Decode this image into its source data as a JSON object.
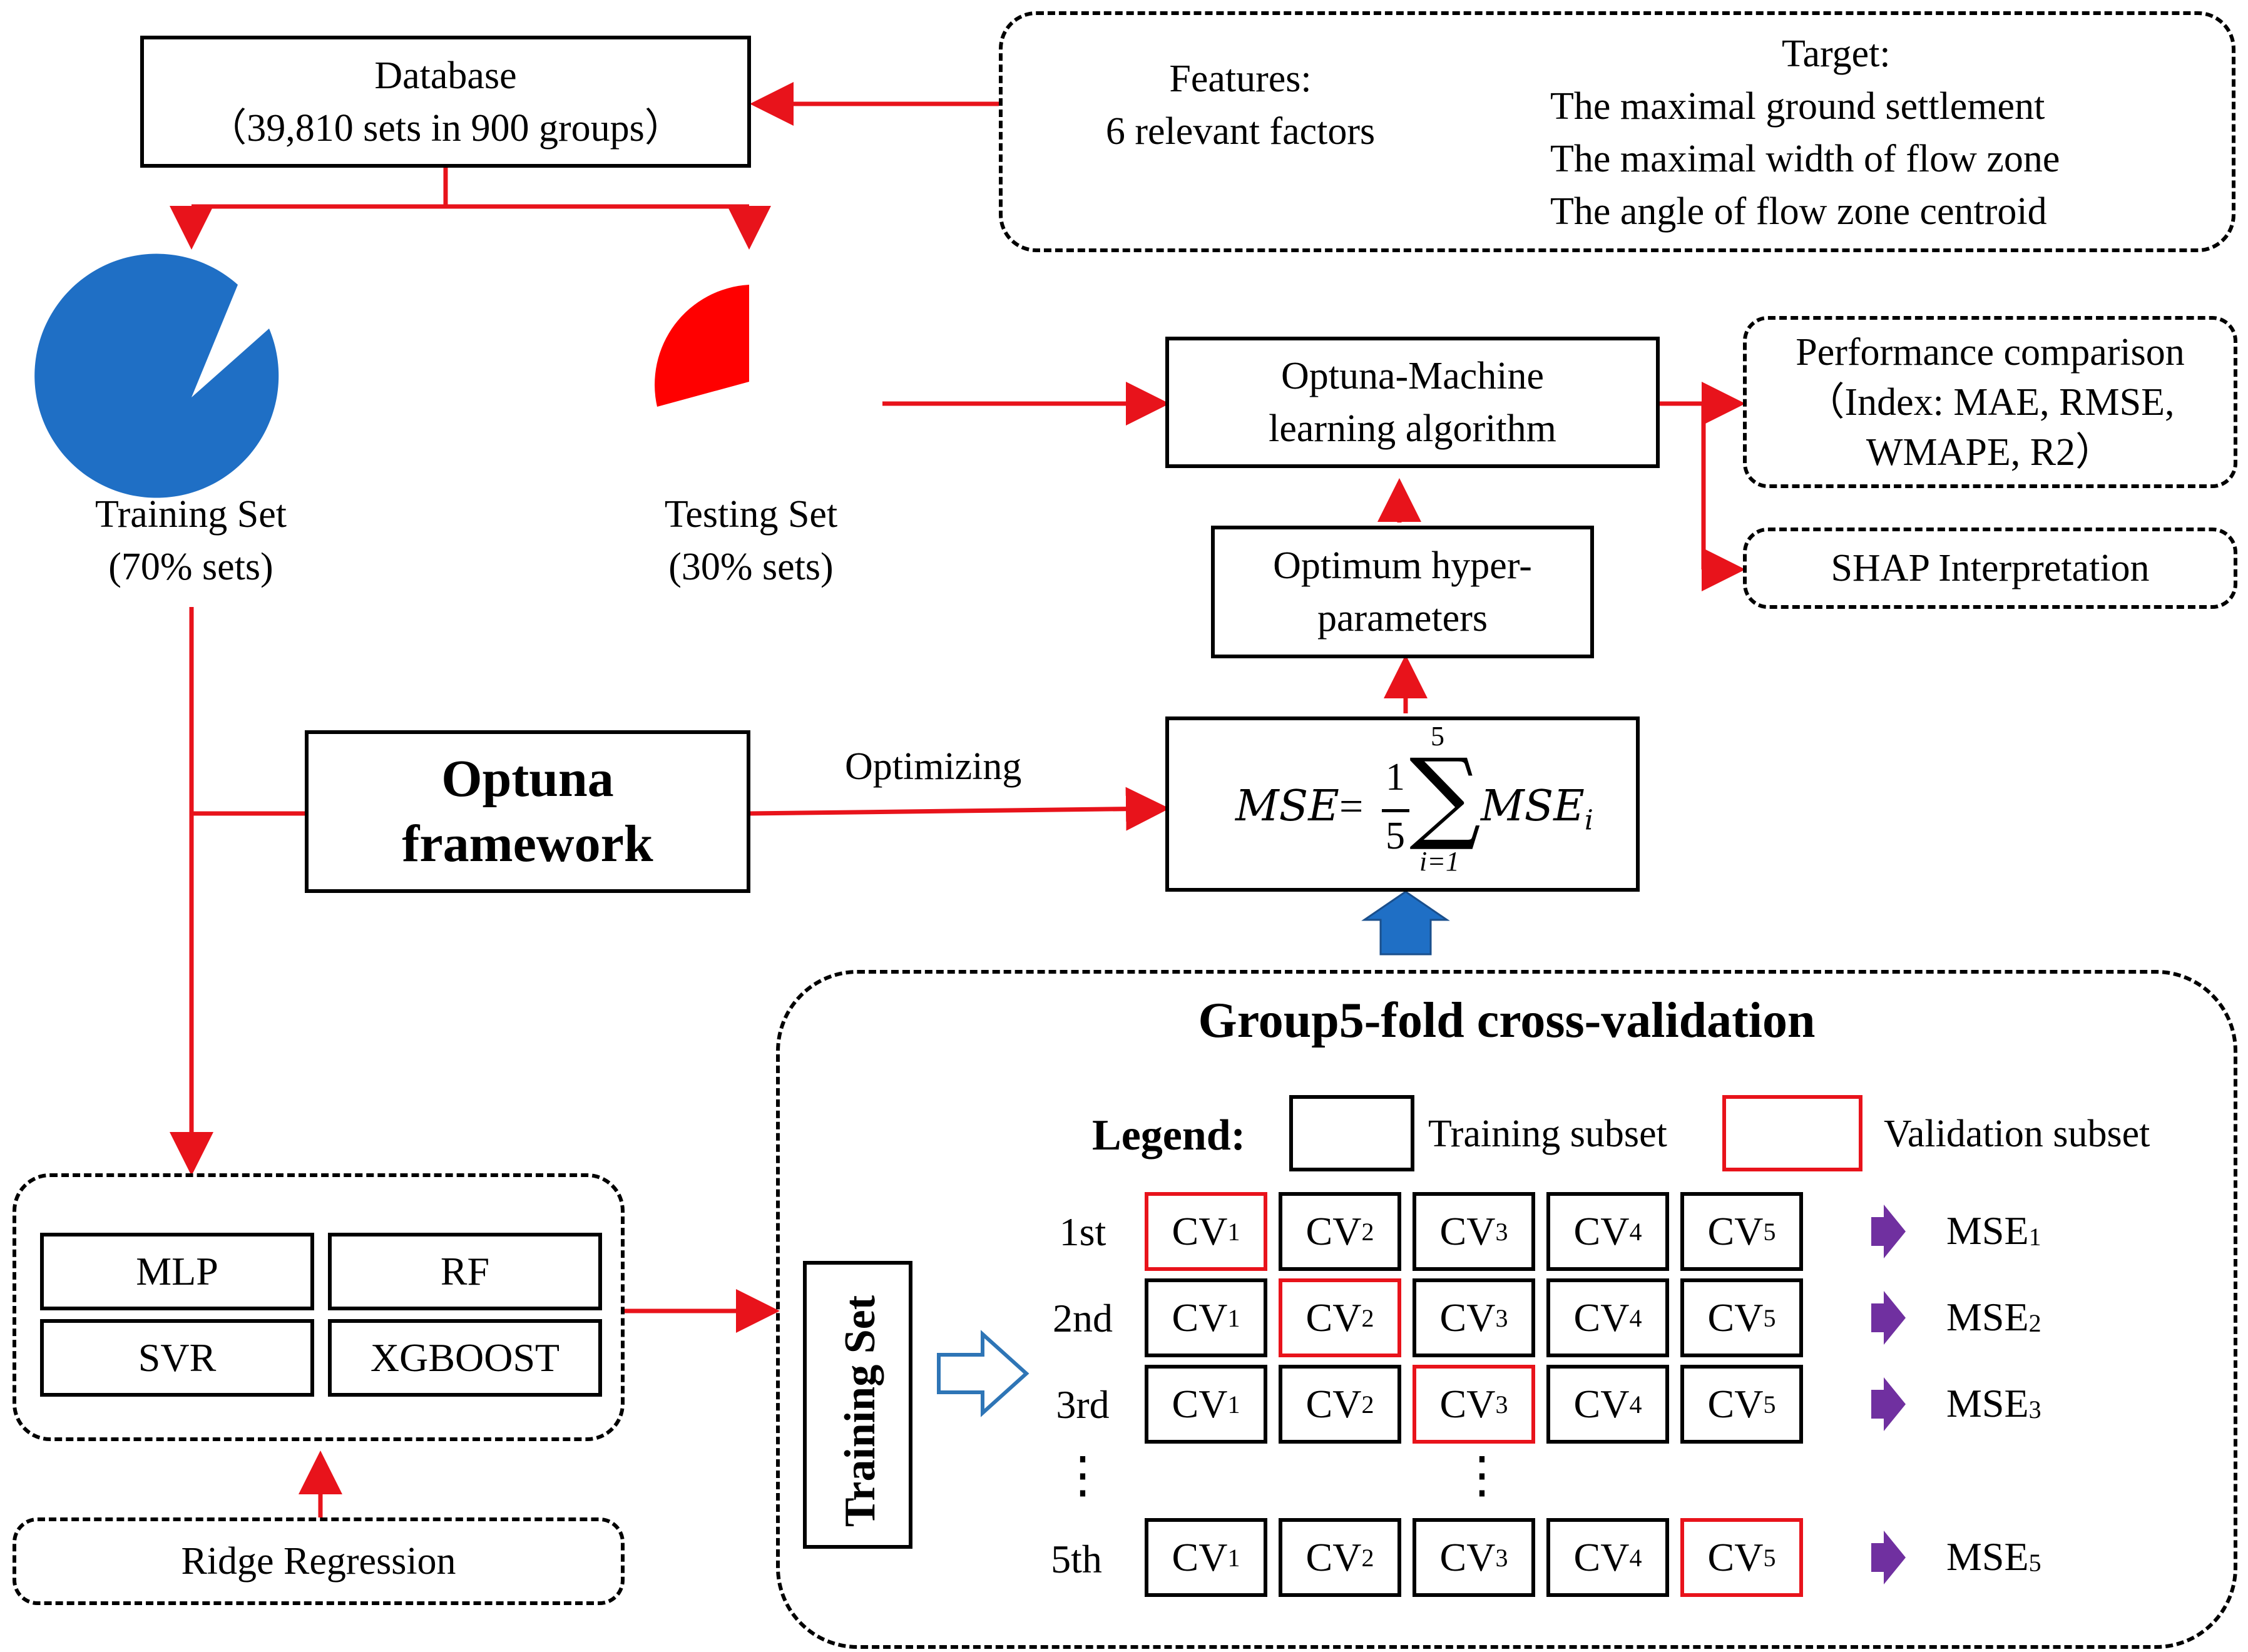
{
  "database": {
    "title": "Database",
    "subtitle": "（39,810 sets in 900 groups）"
  },
  "features": {
    "title": "Features:",
    "subtitle": "6 relevant  factors"
  },
  "target": {
    "title": "Target:",
    "lines": [
      "The maximal  ground settlement",
      "The maximal  width of flow zone",
      "The angle of flow zone centroid"
    ]
  },
  "training_set": {
    "label": "Training  Set",
    "pct": "(70% sets)",
    "fraction": 0.7
  },
  "testing_set": {
    "label": "Testing Set",
    "pct": "(30% sets)",
    "fraction": 0.3
  },
  "optuna_ml": {
    "line1": "Optuna-Machine",
    "line2": "learning  algorithm"
  },
  "performance": {
    "line1": "Performance comparison",
    "line2": "（Index: MAE, RMSE,",
    "line3": "WMAPE, R2）"
  },
  "shap": "SHAP Interpretation",
  "hyper": {
    "line1": "Optimum hyper-",
    "line2": "parameters"
  },
  "optuna_framework": {
    "line1": "Optuna",
    "line2": "framework"
  },
  "optimizing": "Optimizing",
  "formula": {
    "lhs": "MSE",
    "eq": "=",
    "num": "1",
    "den": "5",
    "sum_top": "5",
    "sum_bottom": "i=1",
    "term": "MSE",
    "term_sub": "i"
  },
  "models": [
    "MLP",
    "RF",
    "SVR",
    "XGBOOST"
  ],
  "ridge": "Ridge Regression",
  "cv": {
    "title": "Group5-fold cross-validation",
    "legend_label": "Legend:",
    "legend_training": "Training  subset",
    "legend_validation": "Validation  subset",
    "side_label": "Training  Set",
    "folds": [
      "CV",
      "CV",
      "CV",
      "CV",
      "CV"
    ],
    "fold_subs": [
      "1",
      "2",
      "3",
      "4",
      "5"
    ],
    "rows": [
      {
        "label": "1st",
        "mse": "MSE",
        "mse_sub": "1"
      },
      {
        "label": "2nd",
        "mse": "MSE",
        "mse_sub": "2"
      },
      {
        "label": "3rd",
        "mse": "MSE",
        "mse_sub": "3"
      },
      {
        "label": "5th",
        "mse": "MSE",
        "mse_sub": "5"
      }
    ],
    "ellipsis": "⋮"
  },
  "colors": {
    "red": "#e8131b",
    "blue": "#1f6fc5",
    "purple": "#7030a0",
    "outline_blue": "#2e75b6"
  }
}
